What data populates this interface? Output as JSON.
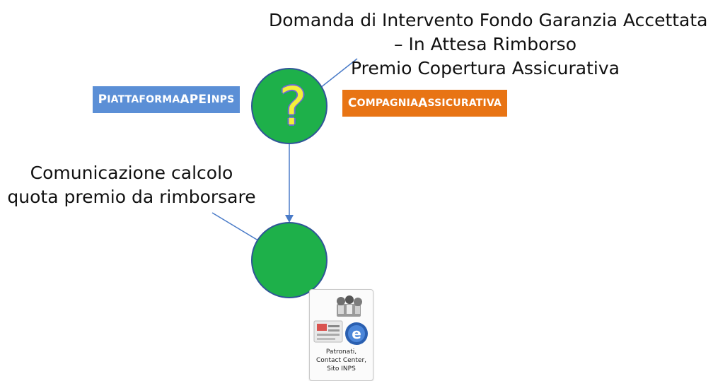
{
  "header": {
    "lines": [
      "Domanda di Intervento Fondo Garanzia Accettata",
      "– In Attesa Rimborso",
      "Premio Copertura Assicurativa"
    ]
  },
  "pills": {
    "left": {
      "first_big": "P",
      "rest": "IATTAFORMA ",
      "ape": "APE ",
      "inps_big": "I",
      "inps_rest": "NPS"
    },
    "right": {
      "first_big": "C",
      "rest": "OMPAGNIA ",
      "a_big": "A",
      "a_rest": "SSICURATIVA"
    }
  },
  "node_top": {
    "symbol": "?"
  },
  "side_label": {
    "lines": [
      "Comunicazione calcolo",
      "quota premio da rimborsare"
    ]
  },
  "channels": {
    "caption_lines": [
      "Patronati,",
      "Contact Center,",
      "Sito INPS"
    ]
  },
  "colors": {
    "node_fill": "#1eb04a",
    "node_stroke": "#2f5597",
    "pill_blue": "#5b8fd6",
    "pill_orange": "#e87414",
    "question_mark": "#f4f03a"
  }
}
